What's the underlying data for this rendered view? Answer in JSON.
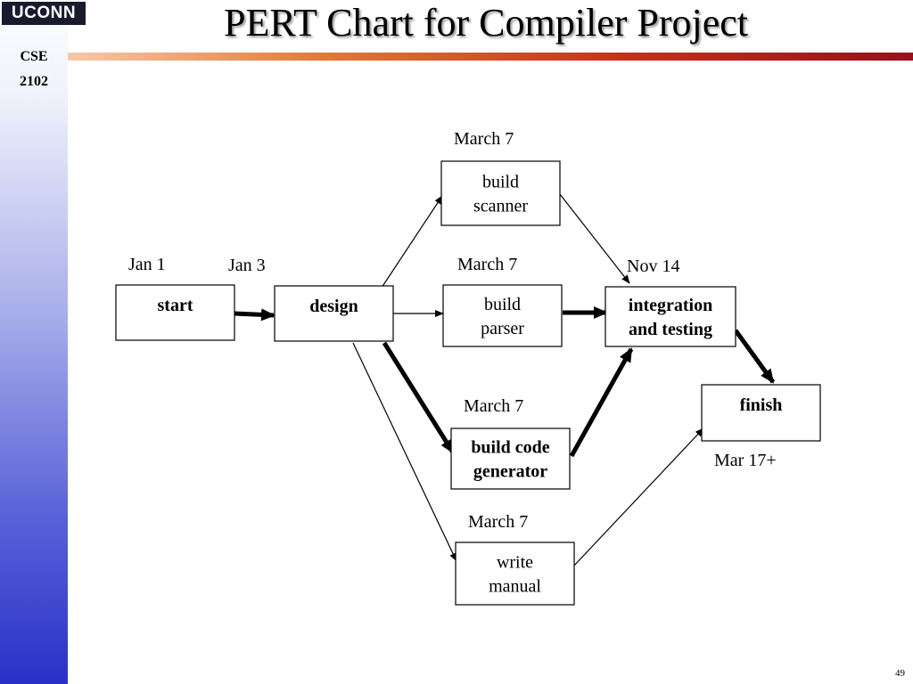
{
  "header": {
    "logo_text": "UCONN",
    "course_code": "CSE",
    "course_number": "2102",
    "title": "PERT Chart for Compiler Project",
    "slide_number": "49"
  },
  "colors": {
    "sidebar_top": "#ffffff",
    "sidebar_bottom": "#2a2fc8",
    "rule_start": "#f7c9a8",
    "rule_end": "#9a0f1a"
  },
  "diagram": {
    "nodes": [
      {
        "id": "start",
        "lines": [
          "start"
        ],
        "bold": true,
        "date": "Jan 1"
      },
      {
        "id": "design",
        "lines": [
          "design"
        ],
        "bold": true,
        "date": "Jan 3"
      },
      {
        "id": "scanner",
        "lines": [
          "build",
          "scanner"
        ],
        "bold": false,
        "date": "March 7"
      },
      {
        "id": "parser",
        "lines": [
          "build",
          "parser"
        ],
        "bold": false,
        "date": "March 7"
      },
      {
        "id": "codegen",
        "lines": [
          "build code",
          "generator"
        ],
        "bold": true,
        "date": "March 7"
      },
      {
        "id": "manual",
        "lines": [
          "write",
          "manual"
        ],
        "bold": false,
        "date": "March 7"
      },
      {
        "id": "integration",
        "lines": [
          "integration",
          "and testing"
        ],
        "bold": true,
        "date": "Nov 14"
      },
      {
        "id": "finish",
        "lines": [
          "finish"
        ],
        "bold": true,
        "date": "Mar 17+"
      }
    ],
    "edges": [
      {
        "from": "start",
        "to": "design",
        "critical": true
      },
      {
        "from": "design",
        "to": "scanner",
        "critical": false
      },
      {
        "from": "design",
        "to": "parser",
        "critical": false
      },
      {
        "from": "design",
        "to": "codegen",
        "critical": true
      },
      {
        "from": "design",
        "to": "manual",
        "critical": false
      },
      {
        "from": "scanner",
        "to": "integration",
        "critical": false
      },
      {
        "from": "parser",
        "to": "integration",
        "critical": true
      },
      {
        "from": "codegen",
        "to": "integration",
        "critical": true
      },
      {
        "from": "integration",
        "to": "finish",
        "critical": true
      },
      {
        "from": "manual",
        "to": "finish",
        "critical": false
      }
    ]
  }
}
